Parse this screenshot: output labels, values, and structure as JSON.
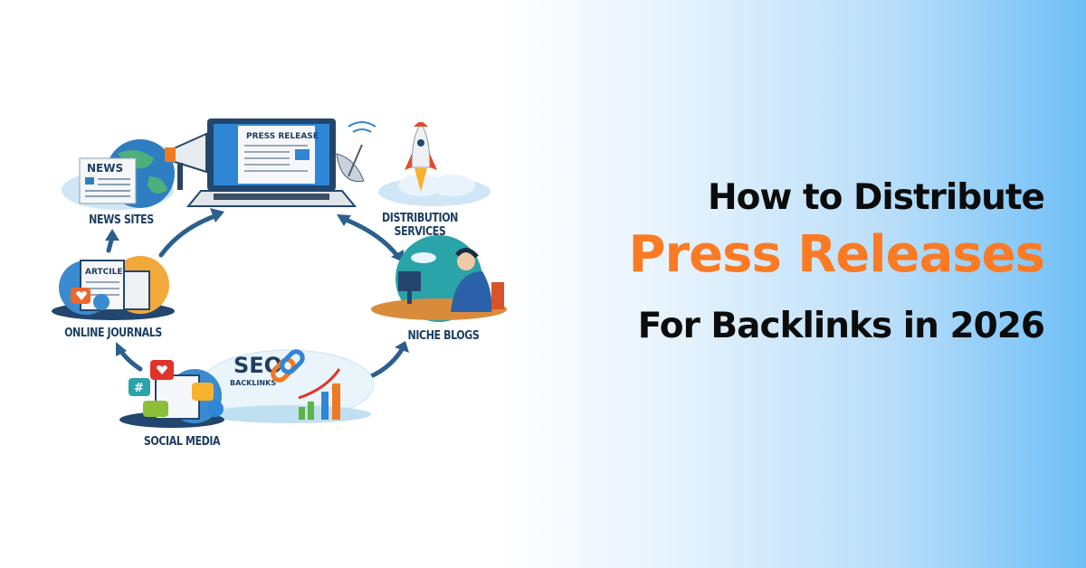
{
  "headline": {
    "line1": "How to Distribute",
    "line2": "Press Releases",
    "line3": "For Backlinks in 2026"
  },
  "illustration": {
    "center_screen_text": "PRESS RELEASE",
    "newspaper_text": "NEWS",
    "article_text": "ARTCILE",
    "seo_text": "SEO",
    "backlinks_text": "BACKLINKS",
    "nodes": {
      "news_sites": "NEWS SITES",
      "distribution_services_1": "DISTRIBUTION",
      "distribution_services_2": "SERVICES",
      "online_journals": "ONLINE JOURNALS",
      "niche_blogs": "NICHE BLOGS",
      "social_media": "SOCIAL MEDIA"
    }
  },
  "colors": {
    "accent_orange": "#fb7a24",
    "text_dark": "#0c0c0c",
    "label_navy": "#1f3f62",
    "arrow_blue": "#2a5f8e",
    "gradient_end": "#6fbff7"
  }
}
